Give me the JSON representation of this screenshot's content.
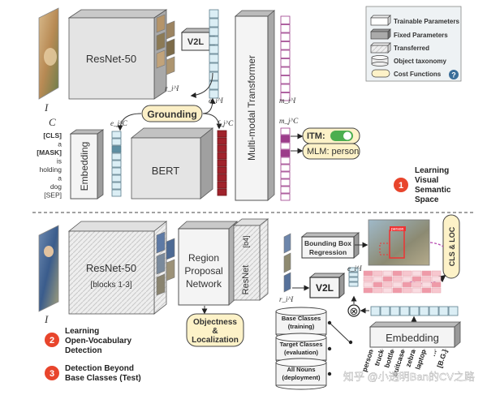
{
  "top": {
    "input_image_label": "I",
    "resnet_label": "ResNet-50",
    "v2l_label": "V2L",
    "region_feat_label": "r_i^I",
    "embed_feat_label": "e_i^I",
    "transformer_label": "Multi-modal Transformer",
    "m_image_label": "m_i^I",
    "grounding_label": "Grounding",
    "caption_var": "C",
    "e_caption_label": "e_j^C",
    "f_caption_label": "f_j^C",
    "m_caption_label": "m_j^C",
    "tokens": [
      "[CLS]",
      "a",
      "[MASK]",
      "is",
      "holding",
      "a",
      "dog",
      "[SEP]"
    ],
    "embedding_label": "Embedding",
    "bert_label": "BERT",
    "itm_label": "ITM:",
    "mlm_label": "MLM: person"
  },
  "legend": {
    "items": [
      "Trainable Parameters",
      "Fixed Parameters",
      "Transferred",
      "Object taxonomy",
      "Cost Functions"
    ],
    "help_icon": "?"
  },
  "steps": [
    {
      "num": "1",
      "lines": [
        "Learning",
        "Visual",
        "Semantic",
        "Space"
      ]
    },
    {
      "num": "2",
      "lines": [
        "Learning",
        "Open-Vocabulary",
        "Detection"
      ]
    },
    {
      "num": "3",
      "lines": [
        "Detection Beyond",
        "Base Classes (Test)"
      ]
    }
  ],
  "bottom": {
    "input_image_label": "I",
    "resnet_label": "ResNet-50",
    "resnet_blocks": "[blocks 1-3]",
    "rpn_lines": [
      "Region",
      "Proposal",
      "Network"
    ],
    "resnet_b4_label": "ResNet",
    "b4_label": "[b4]",
    "objectness_lines": [
      "Objectness",
      "&",
      "Localization"
    ],
    "bbox_lines": [
      "Bounding Box",
      "Regression"
    ],
    "cls_loc_label": "CLS & LOC",
    "photo_tag": "person",
    "region_feat_label": "r_i^I",
    "embed_feat_label": "e_i^I",
    "v2l_label": "V2L",
    "times_symbol": "⊗",
    "embedding_label": "Embedding",
    "db_items": [
      {
        "lines": [
          "Base Classes",
          "(training)"
        ]
      },
      {
        "lines": [
          "Target Classes",
          "(evaluation)"
        ]
      },
      {
        "lines": [
          "All Nouns",
          "(deployment)"
        ]
      }
    ],
    "class_words": [
      "person",
      "truck",
      "bottle",
      "suitcase",
      "zebra",
      "laptop",
      "…",
      "[B.G.]"
    ]
  },
  "watermark": "知乎 @小透明Ban的CV之路",
  "colors": {
    "grounding_fill": "#fbefc6",
    "cost_fill": "#fdf2c8",
    "cyan_cell": "#dbeef5",
    "dark_red": "#a0232c",
    "magenta": "#9c3c8a",
    "pink_cell": "#f7c7cf",
    "step_circle": "#e8452c",
    "legend_bg": "#eef2f4",
    "toggle_green": "#4cae4f"
  }
}
